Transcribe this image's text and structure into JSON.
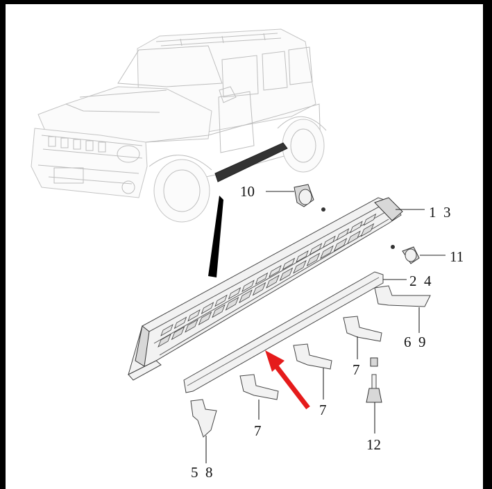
{
  "callouts": [
    {
      "id": "c10",
      "text": "10"
    },
    {
      "id": "c1_3",
      "text": "1  3"
    },
    {
      "id": "c11",
      "text": "11"
    },
    {
      "id": "c2_4",
      "text": "2  4"
    },
    {
      "id": "c6_9",
      "text": "6  9"
    },
    {
      "id": "c7a",
      "text": "7"
    },
    {
      "id": "c7b",
      "text": "7"
    },
    {
      "id": "c7c",
      "text": "7"
    },
    {
      "id": "c12",
      "text": "12"
    },
    {
      "id": "c5_8",
      "text": "5  8"
    }
  ],
  "colors": {
    "frame": "#000000",
    "background": "#ffffff",
    "arrow": "#e51b1b",
    "vehicle_outline": "#bdbdbd",
    "parts_outline": "#444444"
  }
}
